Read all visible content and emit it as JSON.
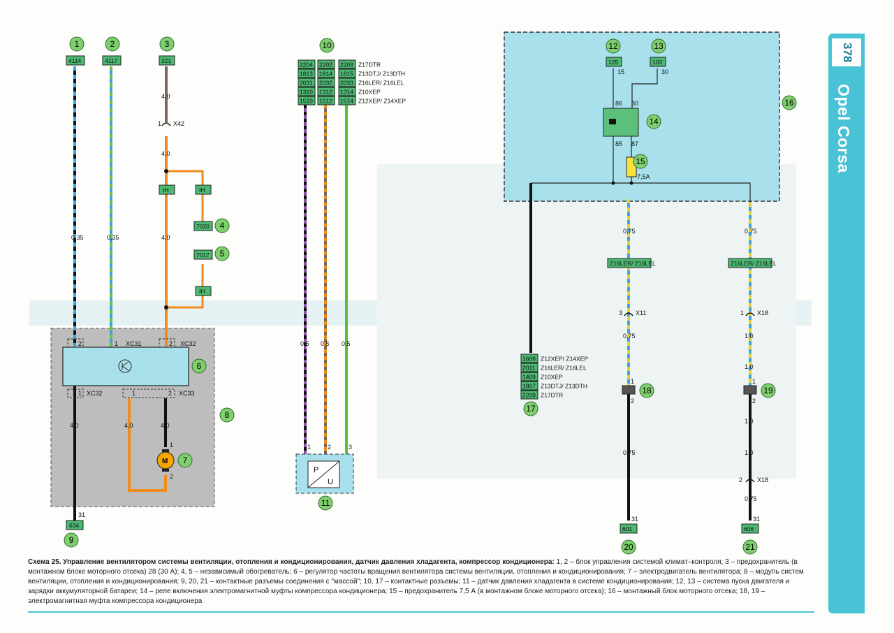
{
  "page": {
    "number": "378",
    "brand": "Opel Corsa"
  },
  "caption": {
    "title": "Схема 25. Управление вентилятором системы вентиляции, отопления и кондиционирования, датчик давления хладагента, компрессор кондиционера:",
    "text": " 1, 2 – блок управления системой климат–контроля; 3 – предохранитель (в монтажном блоке моторного отсека) 28 (30 А); 4, 5 – независимый обогреватель; 6 – регулятор частоты вращения вентилятора системы вентиляции, отопления и кондиционирования; 7 – электродвигатель вентилятора; 8 – модуль систем вентиляции, отопления и кондиционирования; 9, 20, 21 – контактные разъемы соединения с \"массой\"; 10, 17 – контактные разъемы; 11 – датчик давления хладагента в системе кондиционирования; 12, 13 – система пуска двигателя и зарядки аккумуляторной батареи; 14 – реле включения электромагнитной муфты компрессора кондиционера; 15 – предохранитель 7,5 А (в монтажном блоке моторного отсека); 16 – монтажный блок моторного отсека; 18, 19 – электромагнитная муфта компрессора кондиционера"
  },
  "callouts": [
    "1",
    "2",
    "3",
    "4",
    "5",
    "6",
    "7",
    "8",
    "9",
    "10",
    "11",
    "12",
    "13",
    "14",
    "15",
    "16",
    "17",
    "18",
    "19",
    "20",
    "21"
  ],
  "codes": {
    "c1": "4114",
    "c2": "4117",
    "c3": "321",
    "c4": "7020",
    "c5": "7017",
    "c9": "634",
    "c12": "125",
    "c13": "102",
    "c20": "601",
    "c21": "606",
    "ih": "IH"
  },
  "connector10": {
    "rows": [
      {
        "a": "2204",
        "b": "2202",
        "c": "2203",
        "label": "Z17DTR"
      },
      {
        "a": "1813",
        "b": "1814",
        "c": "1815",
        "label": "Z13DTJ/ Z13DTH"
      },
      {
        "a": "2031",
        "b": "2032",
        "c": "2033",
        "label": "Z16LER/ Z16LEL"
      },
      {
        "a": "1310",
        "b": "1312",
        "c": "1314",
        "label": "Z10XEP"
      },
      {
        "a": "1510",
        "b": "1512",
        "c": "1514",
        "label": "Z12XEP/ Z14XEP"
      }
    ]
  },
  "connector17": {
    "rows": [
      {
        "a": "1609",
        "label": "Z12XEP/ Z14XEP"
      },
      {
        "a": "2011",
        "label": "Z16LER/ Z16LEL"
      },
      {
        "a": "1409",
        "label": "Z10XEP"
      },
      {
        "a": "1807",
        "label": "Z13DTJ/ Z13DTH"
      },
      {
        "a": "2209",
        "label": "Z17DTR"
      }
    ]
  },
  "engine_tag": "Z16LER/ Z16LEL",
  "labels": {
    "x42": "X42",
    "x11": "X11",
    "x18": "X18",
    "xc31": "XC31",
    "xc32": "XC32",
    "xc33": "XC33",
    "fuse": "7,5A",
    "wire035": "0,35",
    "wire40": "4,0",
    "wire05": "0,5",
    "wire075": "0,75",
    "wire10": "1,0",
    "t15": "15",
    "t30": "30",
    "t86": "86",
    "t85": "85",
    "t87": "87",
    "t31": "31",
    "p1": "1",
    "p2": "2",
    "p3": "3",
    "motor": "M",
    "sensor_p": "P",
    "sensor_u": "U"
  },
  "colors": {
    "accent": "#49c2d6",
    "callout": "#7fcf6e",
    "code": "#4cb872",
    "module": "#bfbfbf"
  }
}
